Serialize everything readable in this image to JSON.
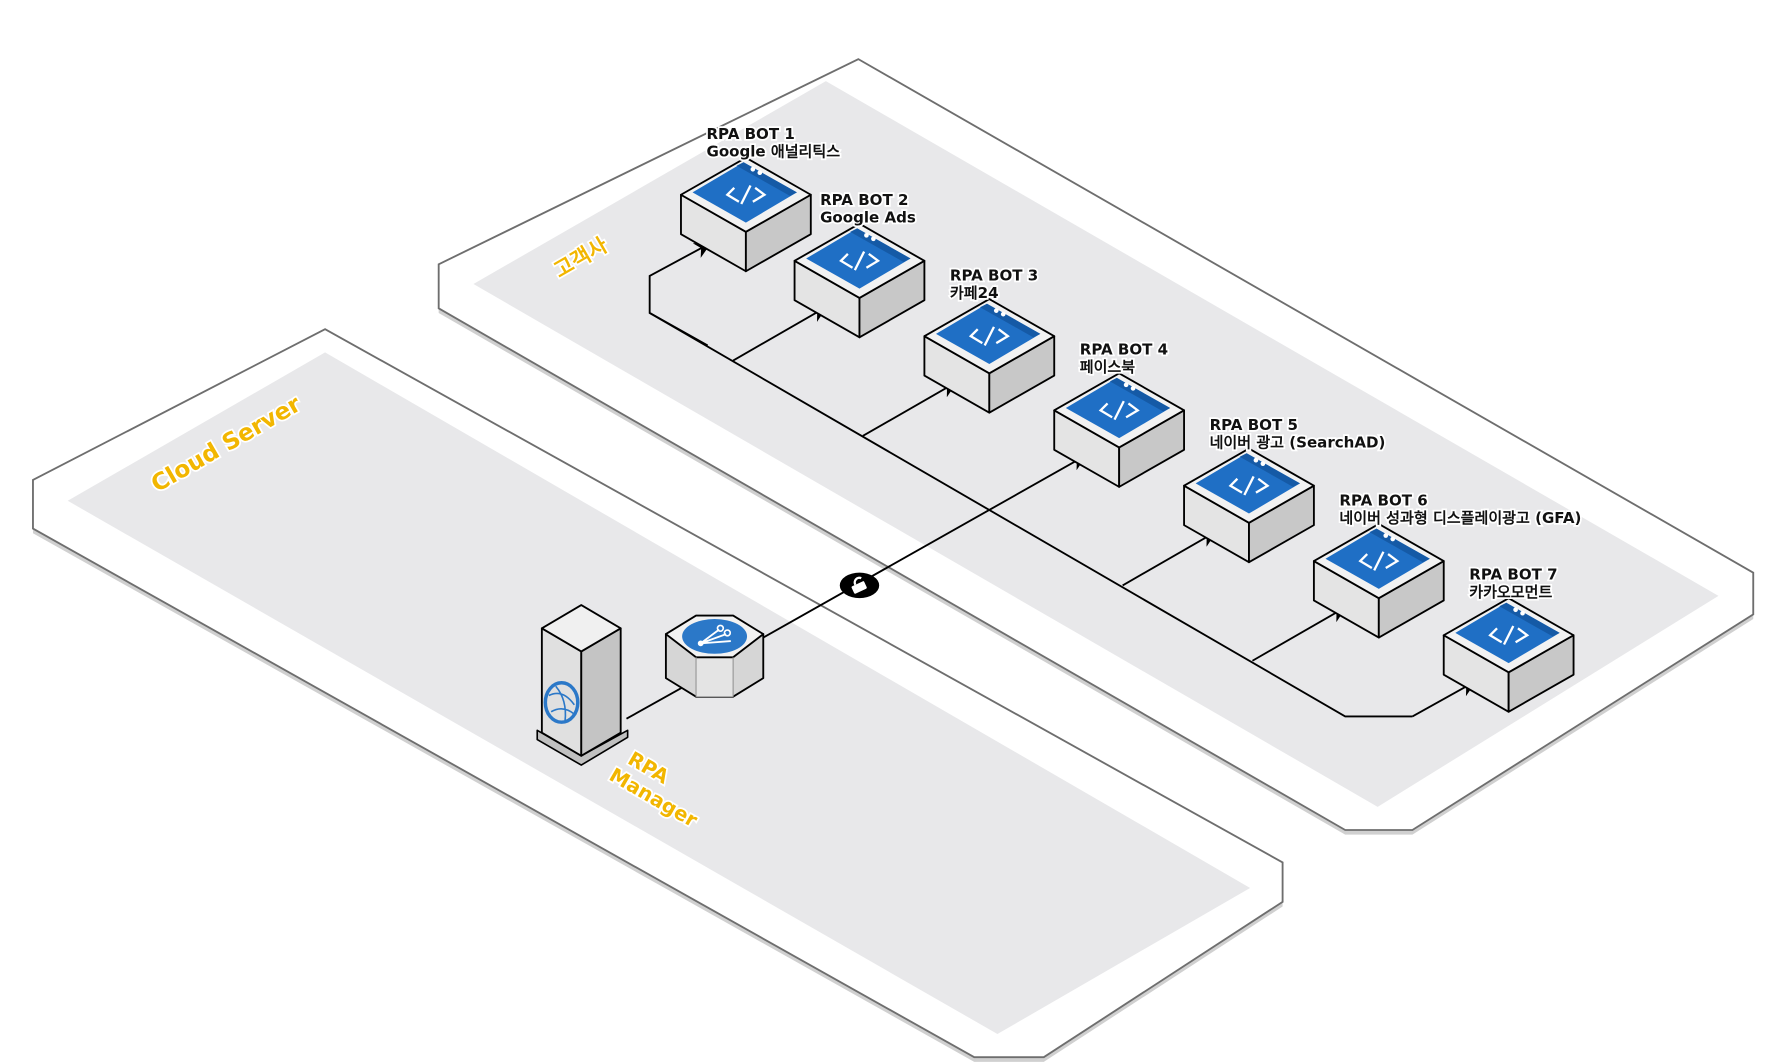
{
  "zones": {
    "cloud": {
      "label": "Cloud Server"
    },
    "customer": {
      "label": "고객사"
    }
  },
  "manager": {
    "label_line1": "RPA",
    "label_line2": "Manager",
    "icon": "globe-server-icon"
  },
  "gateway": {
    "icon": "distribution-hub-icon"
  },
  "secure_link": {
    "icon": "lock-icon"
  },
  "bots": [
    {
      "name": "RPA BOT 1",
      "service": "Google 애널리틱스"
    },
    {
      "name": "RPA BOT 2",
      "service": "Google Ads"
    },
    {
      "name": "RPA BOT 3",
      "service": "카페24"
    },
    {
      "name": "RPA BOT 4",
      "service": "페이스북"
    },
    {
      "name": "RPA BOT 5",
      "service": "네이버 광고 (SearchAD)"
    },
    {
      "name": "RPA BOT 6",
      "service": "네이버 성과형 디스플레이광고 (GFA)"
    },
    {
      "name": "RPA BOT 7",
      "service": "카카오모먼트"
    }
  ],
  "colors": {
    "zone_fill": "#e8e8ea",
    "zone_outline": "#6e6e6e",
    "label_accent": "#f2b600",
    "bot_screen": "#1f6fc5",
    "bot_screen_light": "#3d8ee0"
  }
}
